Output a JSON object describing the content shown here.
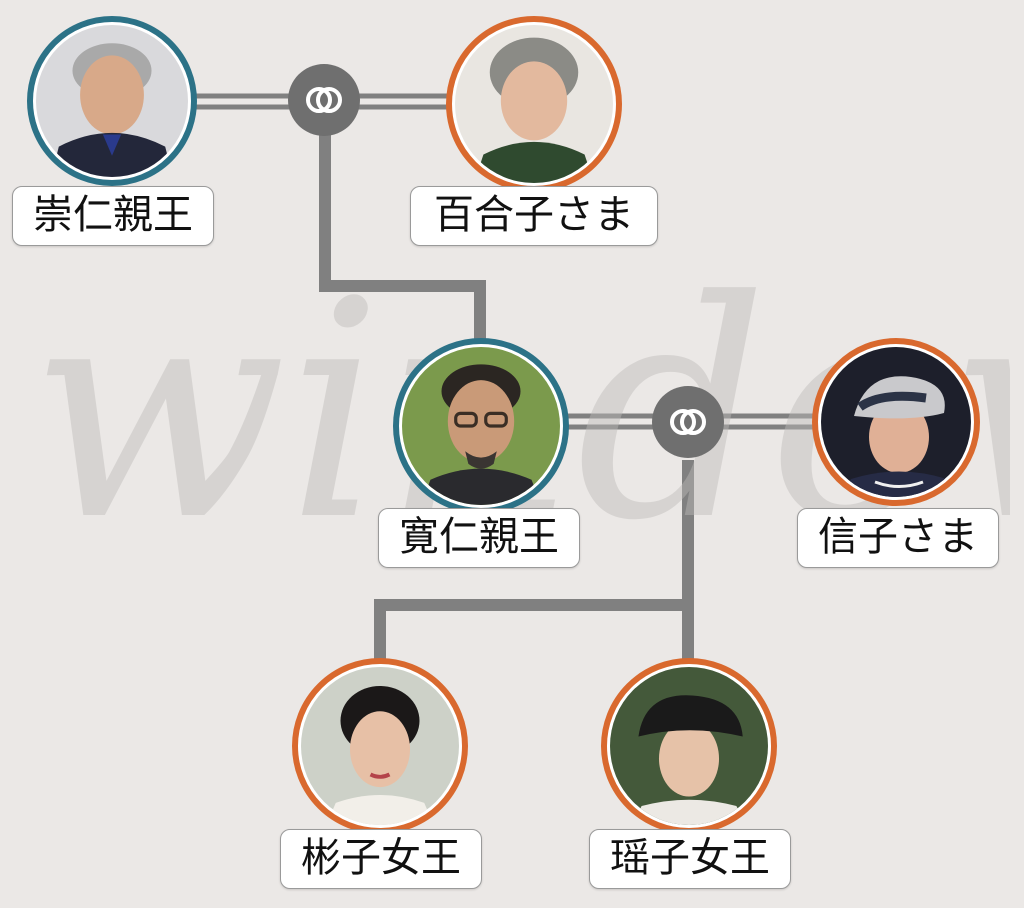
{
  "watermark": "window",
  "colors": {
    "male_border": "#2c7287",
    "female_border": "#d9692e",
    "line": "#808080",
    "node": "#6f6f6f",
    "background": "#ebe8e6"
  },
  "people": {
    "takahito": {
      "name": "崇仁親王",
      "gender": "male"
    },
    "yuriko": {
      "name": "百合子さま",
      "gender": "female"
    },
    "tomohito": {
      "name": "寛仁親王",
      "gender": "male"
    },
    "nobuko": {
      "name": "信子さま",
      "gender": "female"
    },
    "akiko": {
      "name": "彬子女王",
      "gender": "female"
    },
    "yoko": {
      "name": "瑶子女王",
      "gender": "female"
    }
  },
  "marriages": [
    {
      "spouses": [
        "takahito",
        "yuriko"
      ],
      "icon": "marriage-rings-icon"
    },
    {
      "spouses": [
        "tomohito",
        "nobuko"
      ],
      "icon": "marriage-rings-icon"
    }
  ],
  "children": [
    {
      "parents": 0,
      "child": "tomohito"
    },
    {
      "parents": 1,
      "child": "akiko"
    },
    {
      "parents": 1,
      "child": "yoko"
    }
  ]
}
